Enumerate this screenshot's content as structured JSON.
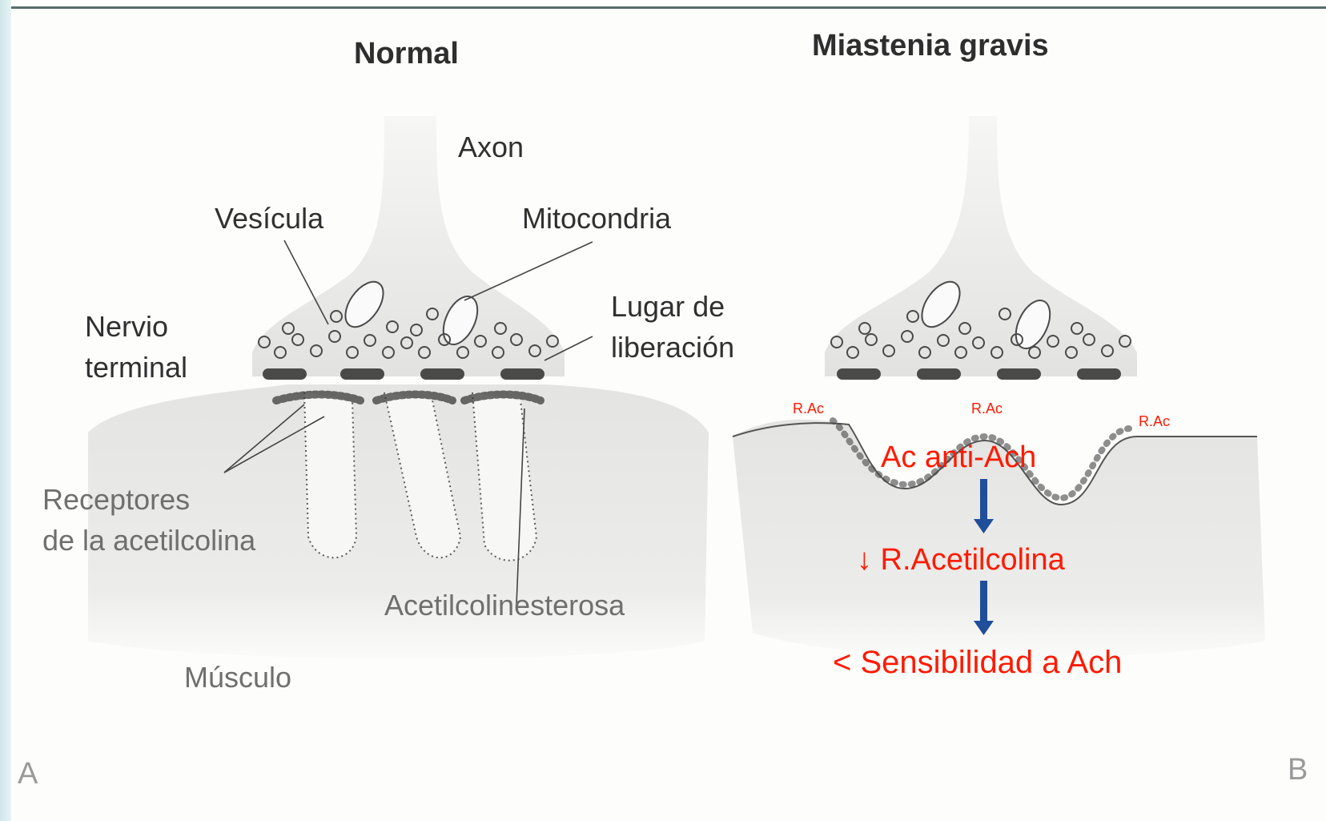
{
  "panel_a": {
    "title": "Normal",
    "axon": "Axon",
    "vesicle": "Vesícula",
    "mitochondria": "Mitocondria",
    "nerve_terminal_line1": "Nervio",
    "nerve_terminal_line2": "terminal",
    "release_site_line1": "Lugar de",
    "release_site_line2": "liberación",
    "receptors_line1": "Receptores",
    "receptors_line2": "de la acetilcolina",
    "acetylcholinesterase": "Acetilcolinesterosa",
    "muscle": "Músculo",
    "panel_letter": "A"
  },
  "panel_b": {
    "title": "Miastenia gravis",
    "receptor_tag_left": "R.Ac",
    "receptor_tag_center": "R.Ac",
    "receptor_tag_right": "R.Ac",
    "step1": "Ac  anti-Ach",
    "step2": "↓ R.Acetilcolina",
    "step3": "< Sensibilidad a Ach",
    "panel_letter": "B"
  },
  "colors": {
    "annotation_red": "#ff1a00",
    "arrow_blue": "#1f4e9a",
    "illustration_gray": "#d9d9d7"
  }
}
